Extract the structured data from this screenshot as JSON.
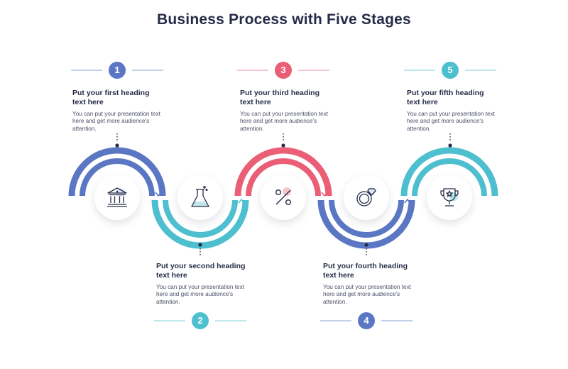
{
  "title": "Business Process with Five Stages",
  "colors": {
    "blue": "#5b77c4",
    "teal": "#4dbfcf",
    "red": "#ea5f75",
    "text": "#262c48",
    "inner_arc": "#ffffff",
    "line_blue": "#c5d0ec",
    "line_teal": "#bfe7ed",
    "line_red": "#f5c6ce"
  },
  "stages": [
    {
      "number": "1",
      "heading": "Put your first heading text here",
      "text": "You can put your presentation text here and get more audience's attention.",
      "icon": "bank-icon",
      "color": "blue"
    },
    {
      "number": "2",
      "heading": "Put your second heading text here",
      "text": "You can put your presentation text here and get more audience's attention.",
      "icon": "flask-icon",
      "color": "teal"
    },
    {
      "number": "3",
      "heading": "Put your third heading text here",
      "text": "You can put your presentation text here and get more audience's attention.",
      "icon": "percent-icon",
      "color": "red"
    },
    {
      "number": "4",
      "heading": "Put your fourth heading text here",
      "text": "You can put your presentation text here and get more audience's attention.",
      "icon": "diamond-ring-icon",
      "color": "blue"
    },
    {
      "number": "5",
      "heading": "Put your fifth heading text here",
      "text": "You can put your presentation text here and get more audience's attention.",
      "icon": "trophy-icon",
      "color": "teal"
    }
  ]
}
